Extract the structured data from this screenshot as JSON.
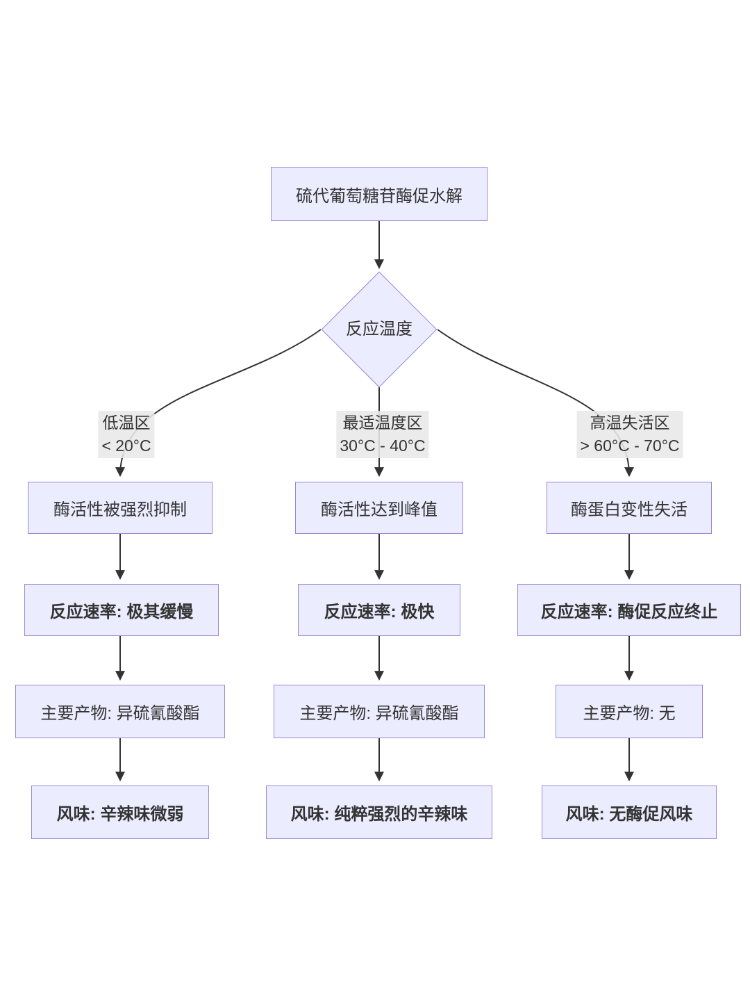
{
  "colors": {
    "canvas_bg": "#FFFFFF",
    "node_fill": "#ECECFF",
    "node_border": "#9A86D8",
    "node_text": "#333333",
    "edge_line": "#333333",
    "edge_label_bg": "#E8E8E8E0",
    "edge_label_text": "#333333"
  },
  "diagram": {
    "root_label": "硫代葡萄糖苷酶促水解",
    "decision_label": "反应温度",
    "branches": [
      {
        "edge_label_lines": [
          "低温区",
          "< 20°C"
        ],
        "steps": [
          "酶活性被强烈抑制",
          "反应速率: 极其缓慢",
          "主要产物: 异硫氰酸酯",
          "风味: 辛辣味微弱"
        ]
      },
      {
        "edge_label_lines": [
          "最适温度区",
          "30°C - 40°C"
        ],
        "steps": [
          "酶活性达到峰值",
          "反应速率: 极快",
          "主要产物: 异硫氰酸酯",
          "风味: 纯粹强烈的辛辣味"
        ]
      },
      {
        "edge_label_lines": [
          "高温失活区",
          "> 60°C - 70°C"
        ],
        "steps": [
          "酶蛋白变性失活",
          "反应速率: 酶促反应终止",
          "主要产物: 无",
          "风味: 无酶促风味"
        ]
      }
    ]
  }
}
